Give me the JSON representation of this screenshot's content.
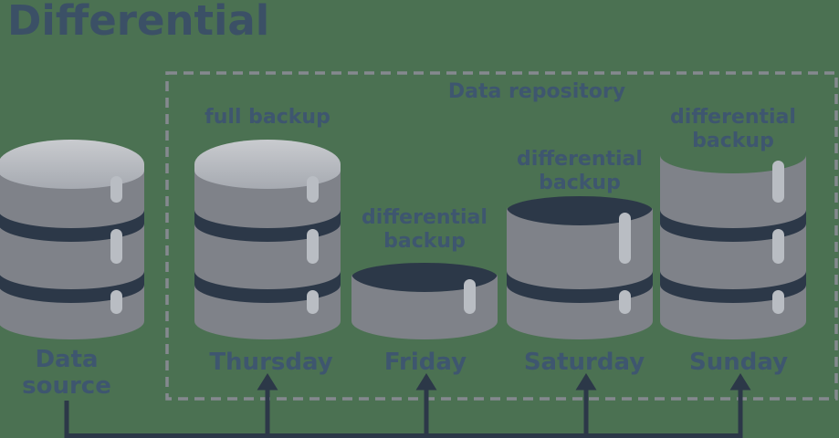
{
  "title": "Differential",
  "repository": {
    "label": "Data repository"
  },
  "stacks": [
    {
      "id": "data-source",
      "label": "Data\nsource",
      "discs": 3,
      "top": "light",
      "location": "outside-repository"
    },
    {
      "id": "thursday",
      "label": "Thursday",
      "caption": "full backup",
      "discs": 3,
      "top": "light",
      "location": "inside-repository"
    },
    {
      "id": "friday",
      "label": "Friday",
      "caption": "differential\nbackup",
      "discs": 1,
      "top": "dark",
      "location": "inside-repository"
    },
    {
      "id": "saturday",
      "label": "Saturday",
      "caption": "differential\nbackup",
      "discs": 2,
      "top": "dark",
      "location": "inside-repository"
    },
    {
      "id": "sunday",
      "label": "Sunday",
      "caption": "differential\nbackup",
      "discs": 3,
      "top": "open",
      "location": "inside-repository"
    }
  ],
  "colors": {
    "background": "#4b7152",
    "title_ink": "#3b5066",
    "label_ink": "#3e566f",
    "dark_navy": "#2c3848",
    "body_gray": "#7f8289",
    "top_light": "#c9cbcf",
    "top_light_shade": "#a6aab1",
    "highlight": "#b9bdc3",
    "dashed_border": "#85898f"
  }
}
